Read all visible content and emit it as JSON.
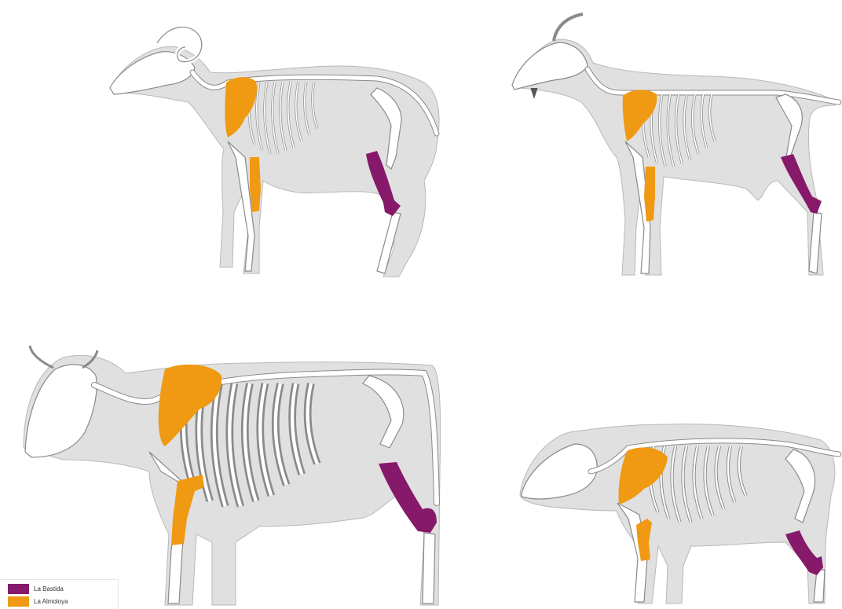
{
  "colors": {
    "body": "#e0e0e0",
    "body_outline": "#b8b8b8",
    "bone": "#ffffff",
    "bone_outline": "#8a8a8a",
    "la_bastida": "#86196a",
    "la_almoloya": "#ef9a12"
  },
  "animals": [
    {
      "name": "sheep-skeleton"
    },
    {
      "name": "goat-skeleton"
    },
    {
      "name": "cattle-skeleton"
    },
    {
      "name": "pig-skeleton"
    }
  ],
  "legend": {
    "items": [
      {
        "label": "La Bastida",
        "color": "#86196a"
      },
      {
        "label": "La Almoloya",
        "color": "#ef9a12"
      }
    ]
  }
}
